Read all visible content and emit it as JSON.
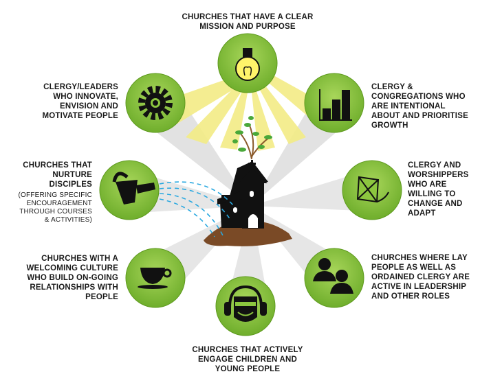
{
  "colors": {
    "green": "#8cc63f",
    "green_dark": "#5e9a1e",
    "ray_gray": "#d9d9d9",
    "ray_yellow": "#f4ee8a",
    "soil": "#7a4a26",
    "water": "#29a8e0",
    "icon": "#1a1a1a"
  },
  "items": [
    {
      "id": "mission",
      "icon": "lightbulb-icon",
      "lines": [
        "CHURCHES THAT HAVE A CLEAR",
        "MISSION AND PURPOSE"
      ]
    },
    {
      "id": "leaders",
      "icon": "gear-icon",
      "lines": [
        "CLERGY/LEADERS",
        "WHO INNOVATE,",
        "ENVISION AND",
        "MOTIVATE PEOPLE"
      ]
    },
    {
      "id": "growth",
      "icon": "bar-chart-icon",
      "lines": [
        "CLERGY &",
        "CONGREGATIONS WHO",
        "ARE INTENTIONAL",
        "ABOUT AND PRIORITISE",
        "GROWTH"
      ]
    },
    {
      "id": "disciples",
      "icon": "watering-can-icon",
      "lines": [
        "CHURCHES THAT",
        "NURTURE",
        "DISCIPLES"
      ],
      "sub": [
        "(OFFERING SPECIFIC",
        "ENCOURAGEMENT",
        "THROUGH COURSES",
        "& ACTIVITIES)"
      ]
    },
    {
      "id": "change",
      "icon": "kite-icon",
      "lines": [
        "CLERGY AND",
        "WORSHIPPERS",
        "WHO ARE",
        "WILLING TO",
        "CHANGE AND",
        "ADAPT"
      ]
    },
    {
      "id": "welcoming",
      "icon": "teacup-icon",
      "lines": [
        "CHURCHES WITH A",
        "WELCOMING CULTURE",
        "WHO BUILD ON-GOING",
        "RELATIONSHIPS WITH",
        "PEOPLE"
      ]
    },
    {
      "id": "lay",
      "icon": "people-icon",
      "lines": [
        "CHURCHES WHERE LAY",
        "PEOPLE AS WELL AS",
        "ORDAINED CLERGY ARE",
        "ACTIVE IN LEADERSHIP",
        "AND OTHER ROLES"
      ]
    },
    {
      "id": "young",
      "icon": "headphones-person-icon",
      "lines": [
        "CHURCHES THAT ACTIVELY",
        "ENGAGE CHILDREN AND",
        "YOUNG PEOPLE"
      ]
    }
  ]
}
